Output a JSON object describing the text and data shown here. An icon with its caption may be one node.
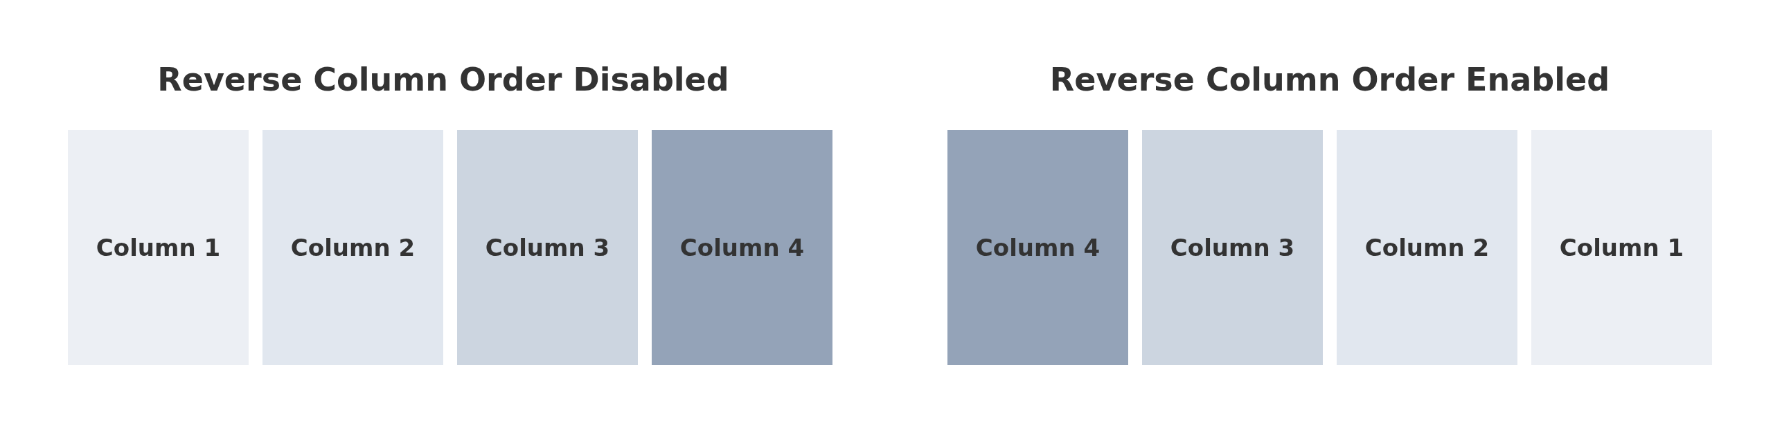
{
  "diagram": {
    "nodes": [
      {
        "text": [
          "Column 1"
        ]
      },
      {
        "text": [
          "Column 2"
        ]
      },
      {
        "text": [
          "Column 3"
        ]
      },
      {
        "text": [
          "Column 4"
        ]
      },
      {
        "text": [
          "Column 4"
        ]
      },
      {
        "text": [
          "Column 3"
        ]
      },
      {
        "text": [
          "Column 2"
        ]
      },
      {
        "text": [
          "Column 1"
        ]
      }
    ],
    "edges": [],
    "labels": [
      "Reverse Column Order Disabled",
      "Reverse Column Order Enabled"
    ]
  }
}
